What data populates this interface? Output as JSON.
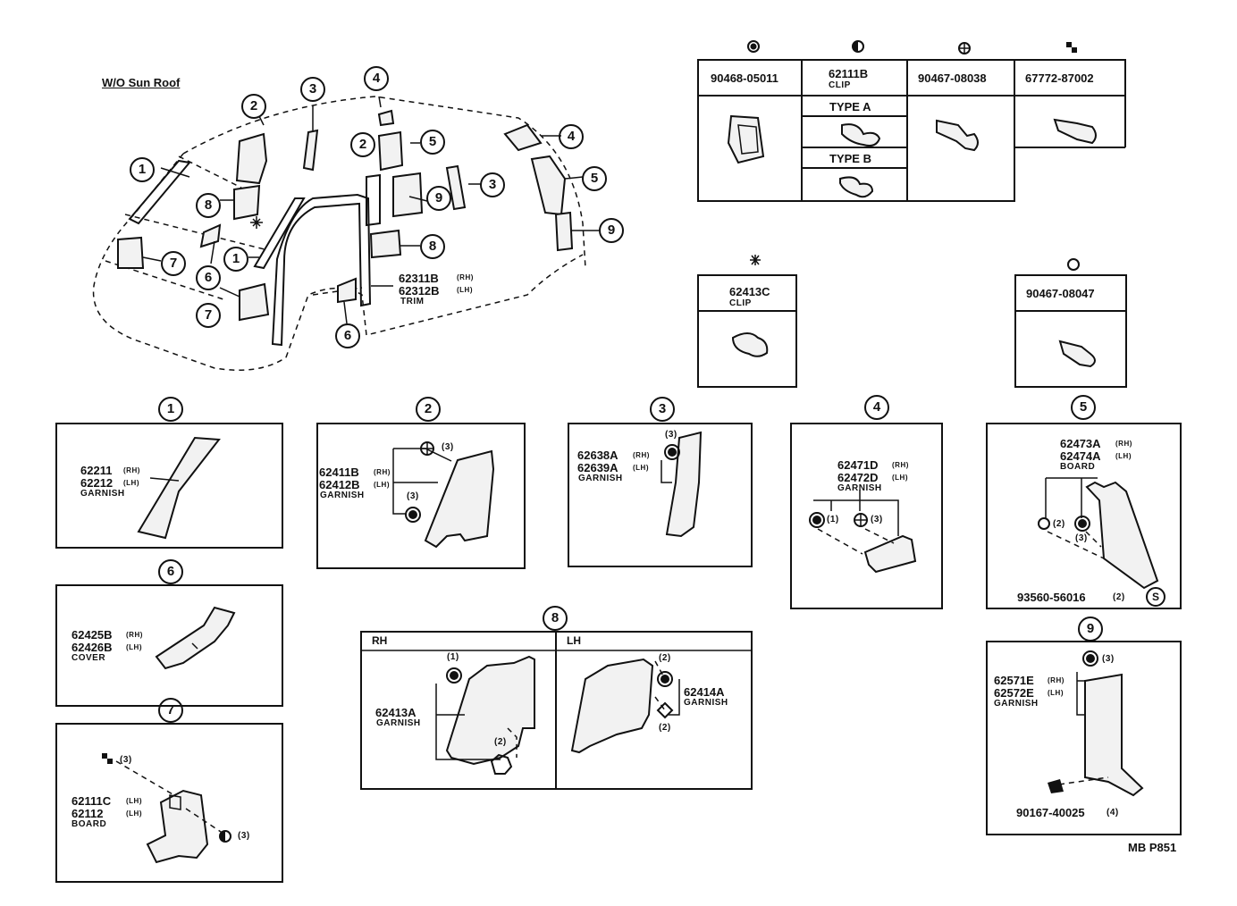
{
  "title": "W/O Sun Roof",
  "diagram_code": "MB P851",
  "callouts": [
    "1",
    "2",
    "3",
    "4",
    "5",
    "6",
    "7",
    "8",
    "9"
  ],
  "fastener_table": {
    "cols": [
      {
        "symbol": "solid-dot-icon",
        "part": "90468-05011",
        "sub": ""
      },
      {
        "symbol": "half-circle-icon",
        "part": "62111B",
        "sub": "CLIP",
        "type_a": "TYPE A",
        "type_b": "TYPE B"
      },
      {
        "symbol": "cross-circle-icon",
        "part": "90467-08038",
        "sub": ""
      },
      {
        "symbol": "checker-icon",
        "part": "67772-87002",
        "sub": ""
      }
    ]
  },
  "clip_62413c": {
    "symbol": "asterisk-icon",
    "part": "62413C",
    "sub": "CLIP"
  },
  "screw_90467_08047": {
    "symbol": "open-circle-icon",
    "part": "90467-08047"
  },
  "overview_trim": {
    "rh": "62311B",
    "lh": "62312B",
    "rh_tag": "(RH)",
    "lh_tag": "(LH)",
    "name": "TRIM"
  },
  "details": {
    "d1": {
      "num": "1",
      "p1": "62211",
      "p2": "62212",
      "t1": "(RH)",
      "t2": "(LH)",
      "name": "GARNISH"
    },
    "d2": {
      "num": "2",
      "p1": "62411B",
      "p2": "62412B",
      "t1": "(RH)",
      "t2": "(LH)",
      "name": "GARNISH",
      "q1": "(3)",
      "q2": "(3)"
    },
    "d3": {
      "num": "3",
      "p1": "62638A",
      "p2": "62639A",
      "t1": "(RH)",
      "t2": "(LH)",
      "name": "GARNISH",
      "q1": "(3)"
    },
    "d4": {
      "num": "4",
      "p1": "62471D",
      "p2": "62472D",
      "t1": "(RH)",
      "t2": "(LH)",
      "name": "GARNISH",
      "q1": "(1)",
      "q2": "(3)"
    },
    "d5": {
      "num": "5",
      "p1": "62473A",
      "p2": "62474A",
      "t1": "(RH)",
      "t2": "(LH)",
      "name": "BOARD",
      "q1": "(2)",
      "q2": "(3)",
      "bolt": "93560-56016",
      "bolt_q": "(2)",
      "bolt_sym": "S"
    },
    "d6": {
      "num": "6",
      "p1": "62425B",
      "p2": "62426B",
      "t1": "(RH)",
      "t2": "(LH)",
      "name": "COVER"
    },
    "d7": {
      "num": "7",
      "p1": "62111C",
      "p2": "62112",
      "t1": "(LH)",
      "t2": "(LH)",
      "name": "BOARD",
      "q1": "(3)",
      "q2": "(3)"
    },
    "d8": {
      "num": "8",
      "rh": "RH",
      "lh": "LH",
      "p_rh": "62413A",
      "p_lh": "62414A",
      "name": "GARNISH",
      "q_rh1": "(1)",
      "q_rh2": "(2)",
      "q_lh1": "(2)",
      "q_lh2": "(2)"
    },
    "d9": {
      "num": "9",
      "p1": "62571E",
      "p2": "62572E",
      "t1": "(RH)",
      "t2": "(LH)",
      "name": "GARNISH",
      "q1": "(3)",
      "bolt": "90167-40025",
      "bolt_q": "(4)"
    }
  }
}
